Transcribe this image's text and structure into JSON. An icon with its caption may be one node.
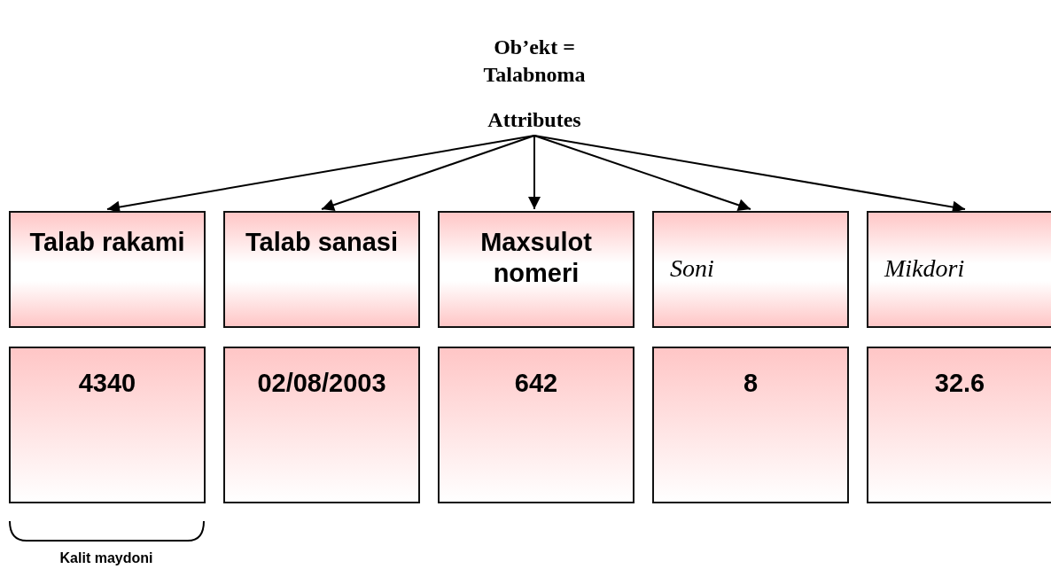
{
  "diagram": {
    "title": "Ob’ekt = Talabnoma",
    "nodes": [
      {
        "text": [
          "Attributes"
        ]
      },
      {
        "text": [
          "Talab rakami"
        ]
      },
      {
        "text": [
          "Talab sanasi"
        ]
      },
      {
        "text": [
          "Maxsulot nomeri"
        ]
      },
      {
        "text": [
          "Soni"
        ]
      },
      {
        "text": [
          "Mikdori"
        ]
      },
      {
        "text": [
          "4340"
        ]
      },
      {
        "text": [
          "02/08/2003"
        ]
      },
      {
        "text": [
          "642"
        ]
      },
      {
        "text": [
          "8"
        ]
      },
      {
        "text": [
          "32.6"
        ]
      }
    ],
    "edges": [
      {
        "from": 0,
        "to": 1,
        "arrow": "to"
      },
      {
        "from": 0,
        "to": 2,
        "arrow": "to"
      },
      {
        "from": 0,
        "to": 3,
        "arrow": "to"
      },
      {
        "from": 0,
        "to": 4,
        "arrow": "to"
      },
      {
        "from": 0,
        "to": 5,
        "arrow": "to"
      }
    ],
    "labels": [
      "Kalit maydoni"
    ]
  }
}
